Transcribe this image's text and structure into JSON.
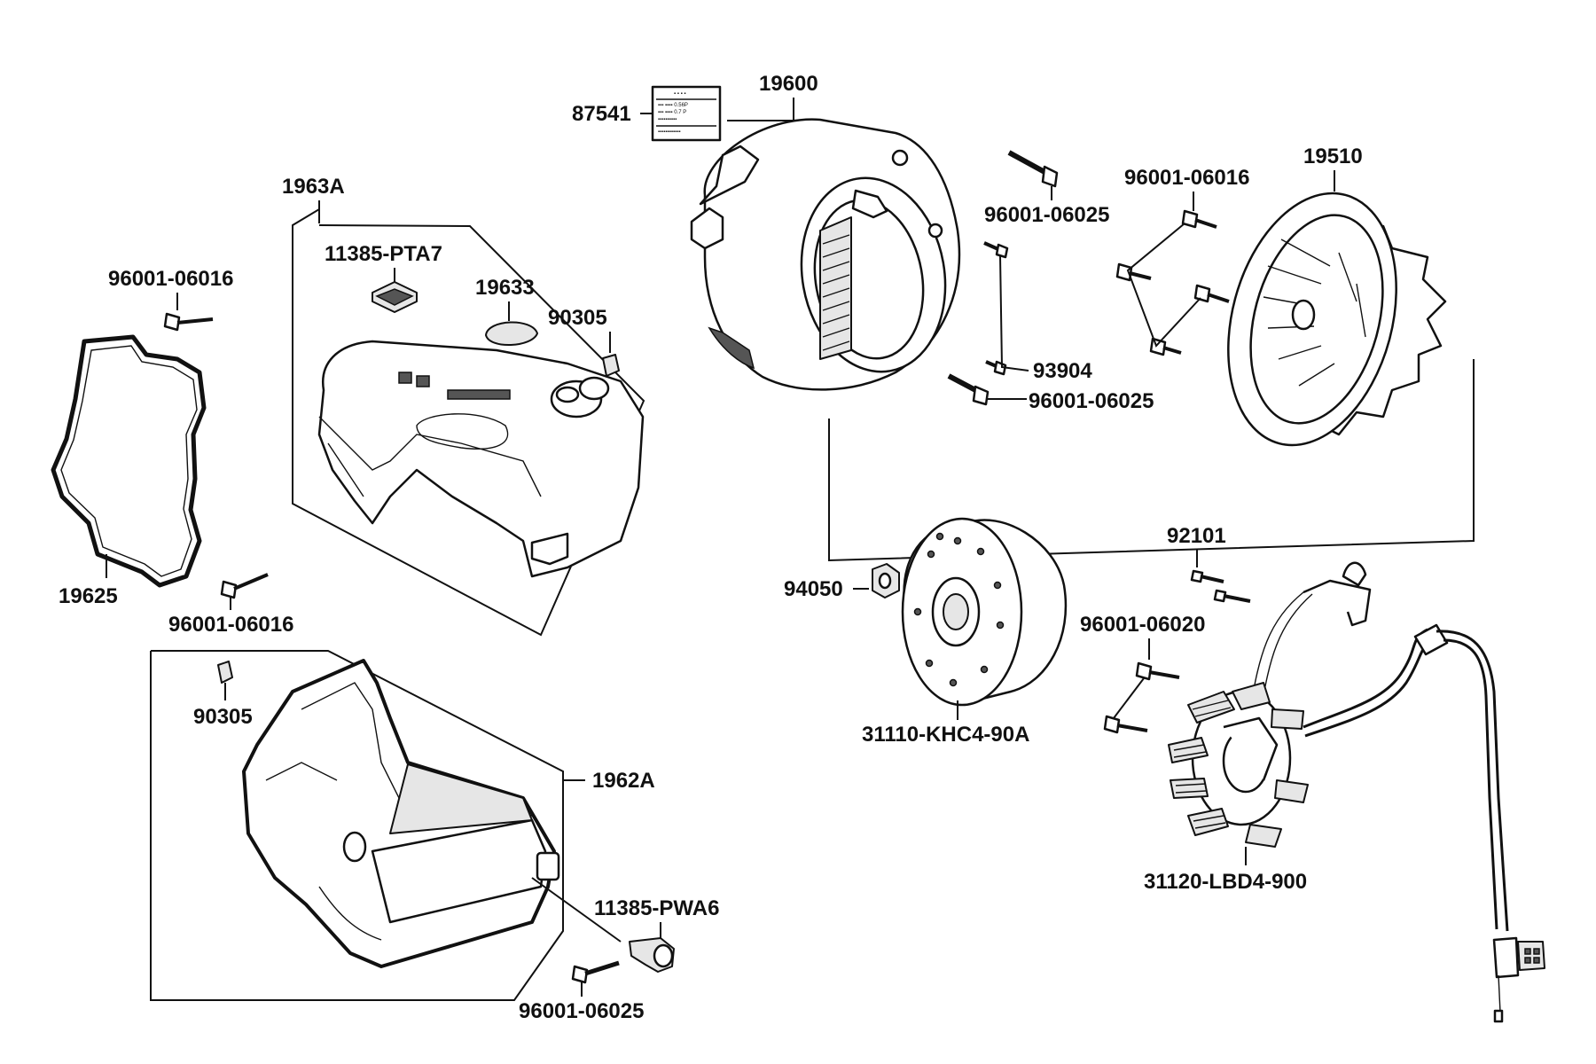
{
  "parts": {
    "p87541": "87541",
    "p19600": "19600",
    "p96001_06025_a": "96001-06025",
    "p96001_06016_a": "96001-06016",
    "p19510": "19510",
    "p1963A": "1963A",
    "p11385_PTA7": "11385-PTA7",
    "p19633": "19633",
    "p90305_a": "90305",
    "p96001_06016_b": "96001-06016",
    "p93904": "93904",
    "p96001_06025_b": "96001-06025",
    "p19625": "19625",
    "p96001_06016_c": "96001-06016",
    "p92101": "92101",
    "p94050": "94050",
    "p96001_06020": "96001-06020",
    "p31110": "31110-KHC4-90A",
    "p90305_b": "90305",
    "p1962A": "1962A",
    "p31120": "31120-LBD4-900",
    "p11385_PWA6": "11385-PWA6",
    "p96001_06025_c": "96001-06025"
  },
  "colors": {
    "line": "#111111",
    "background": "#ffffff",
    "shade": "#555555"
  }
}
